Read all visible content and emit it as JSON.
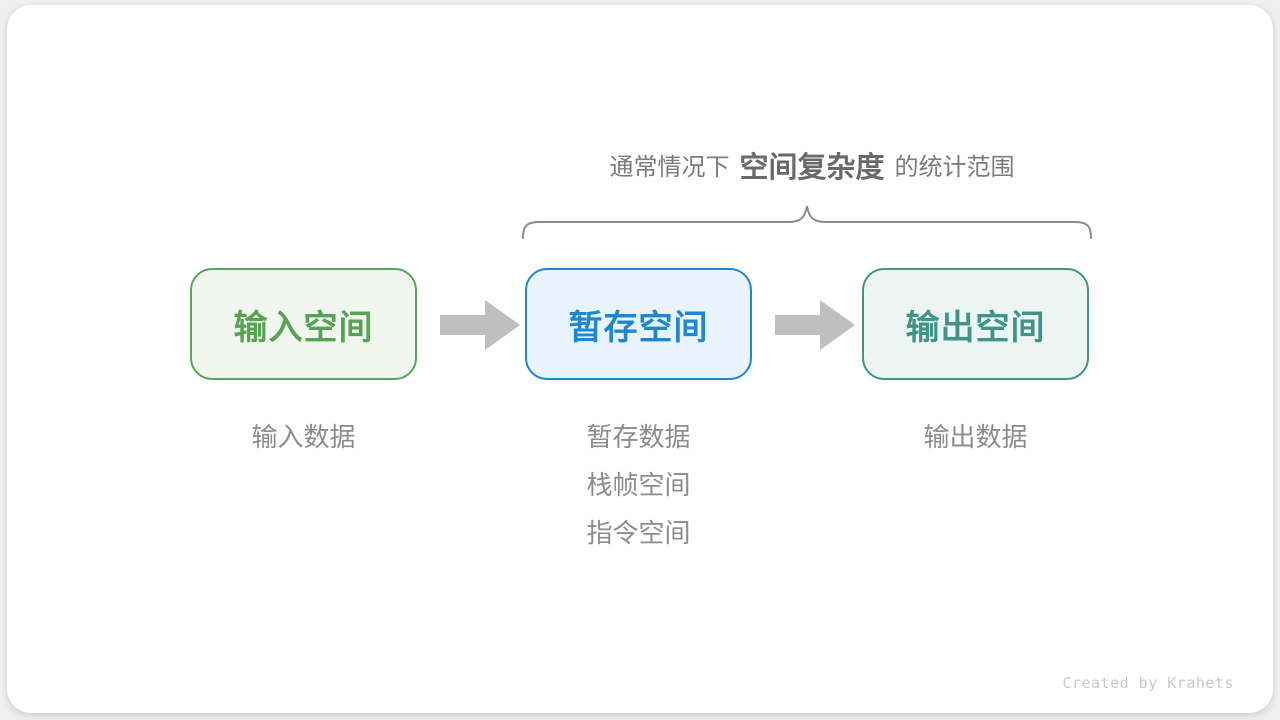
{
  "colors": {
    "page_bg": "#f0f0f0",
    "card_bg": "#ffffff",
    "title_text": "#7b7b7b",
    "title_highlight": "#6a6a6a",
    "brace": "#8a8a8a",
    "arrow": "#bfbfbf",
    "annotation_text": "#8c8c8c",
    "footer_text": "#c9c9c9"
  },
  "title": {
    "prefix": "通常情况下",
    "highlight": "空间复杂度",
    "suffix": "的统计范围"
  },
  "nodes": [
    {
      "label": "输入空间",
      "text_color": "#56a354",
      "border_color": "#5ea35c",
      "bg_color": "#f1f7ef"
    },
    {
      "label": "暂存空间",
      "text_color": "#1e88ce",
      "border_color": "#1e88ce",
      "bg_color": "#e9f3fb"
    },
    {
      "label": "输出空间",
      "text_color": "#3e9487",
      "border_color": "#3f9486",
      "bg_color": "#edf5f2"
    }
  ],
  "annotations": {
    "input": [
      "输入数据"
    ],
    "temp": [
      "暂存数据",
      "栈帧空间",
      "指令空间"
    ],
    "output": [
      "输出数据"
    ]
  },
  "footer": {
    "credit": "Created by Krahets"
  }
}
